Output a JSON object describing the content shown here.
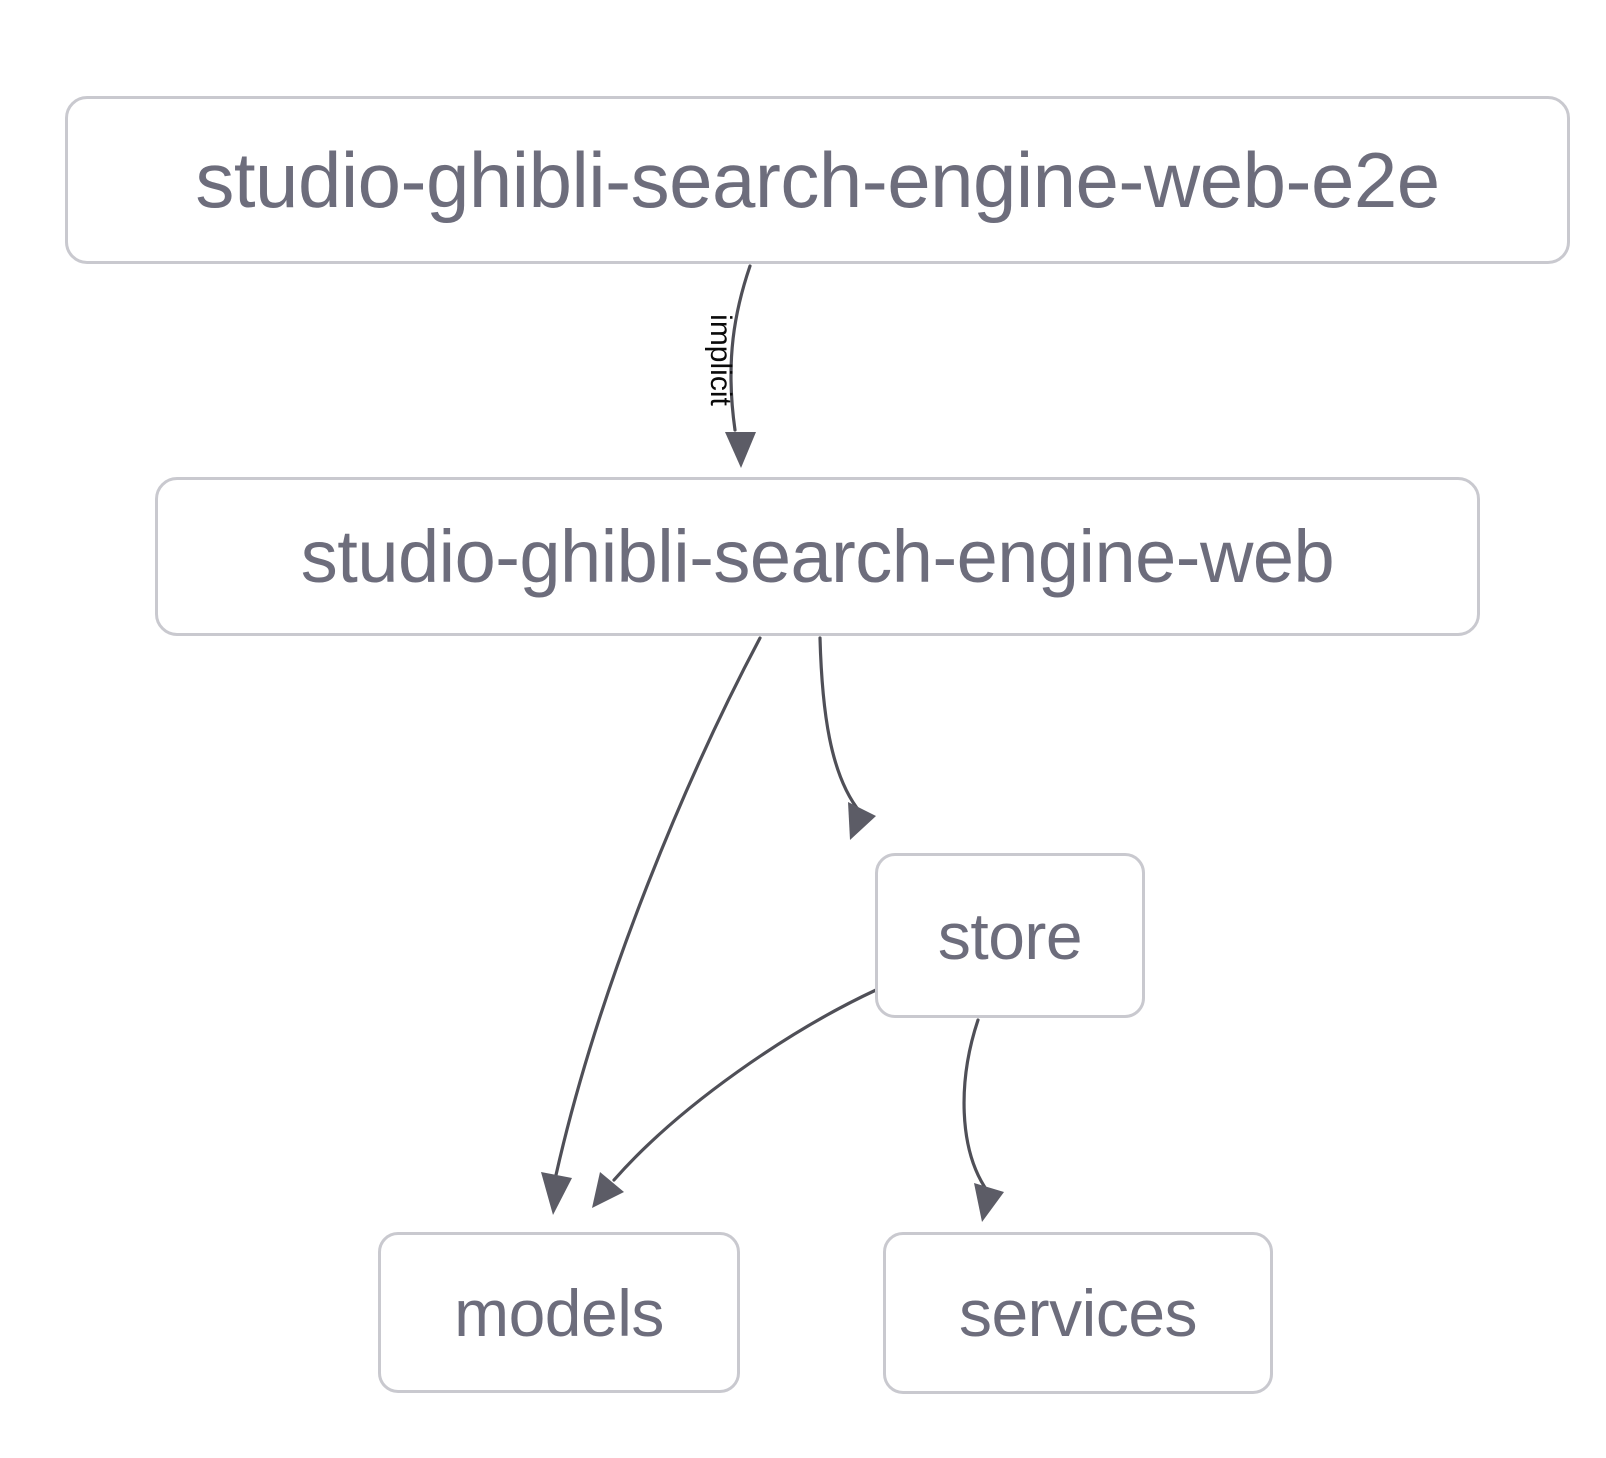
{
  "diagram": {
    "type": "dependency-graph",
    "background_color": "#ffffff",
    "node_border_color": "#c9c9cf",
    "node_text_color": "#6d6d7c",
    "edge_color": "#4f4f57",
    "edge_label_color": "#0a0a0a",
    "nodes": [
      {
        "id": "e2e",
        "label": "studio-ghibli-search-engine-web-e2e"
      },
      {
        "id": "web",
        "label": "studio-ghibli-search-engine-web"
      },
      {
        "id": "store",
        "label": "store"
      },
      {
        "id": "models",
        "label": "models"
      },
      {
        "id": "services",
        "label": "services"
      }
    ],
    "edges": [
      {
        "from": "e2e",
        "to": "web",
        "label": "implicit"
      },
      {
        "from": "web",
        "to": "models",
        "label": ""
      },
      {
        "from": "web",
        "to": "store",
        "label": ""
      },
      {
        "from": "store",
        "to": "models",
        "label": ""
      },
      {
        "from": "store",
        "to": "services",
        "label": ""
      }
    ]
  }
}
